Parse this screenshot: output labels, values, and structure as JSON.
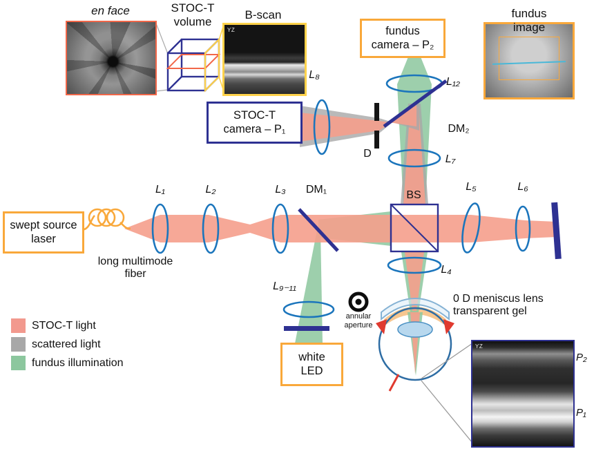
{
  "titles": {
    "en_face": "en face",
    "stoct_volume": "STOC-T\nvolume",
    "bscan": "B-scan",
    "fundus_image": "fundus image"
  },
  "boxes": {
    "swept_source_laser": "swept source\nlaser",
    "fundus_camera": "fundus\ncamera – P₂",
    "stoct_camera": "STOC-T\ncamera – P₁",
    "white_led": "white\nLED"
  },
  "optics": {
    "L1": "L₁",
    "L2": "L₂",
    "L3": "L₃",
    "L4": "L₄",
    "L5": "L₅",
    "L6": "L₆",
    "L7": "L₇",
    "L8": "L₈",
    "L9_11": "L₉₋₁₁",
    "L12": "L₁₂",
    "DM1": "DM₁",
    "DM2": "DM₂",
    "BS": "BS",
    "D": "D"
  },
  "annotations": {
    "long_multimode_fiber": "long multimode\nfiber",
    "annular_aperture": "annular aperture",
    "meniscus_gel": "0 D meniscus lens\ntransparent gel",
    "P2": "P₂",
    "P1": "P₁",
    "yz": "YZ"
  },
  "legend": {
    "items": [
      {
        "label": "STOC-T light",
        "color": "#f2998e"
      },
      {
        "label": "scattered light",
        "color": "#a8a8a8"
      },
      {
        "label": "fundus illumination",
        "color": "#8cc79e"
      }
    ]
  },
  "colors": {
    "navy": "#2e3192",
    "orange": "#f9a83a",
    "lens_blue": "#1b75bc",
    "enface_border": "#f26749",
    "bscan_border_yellow": "#ffd24a"
  }
}
